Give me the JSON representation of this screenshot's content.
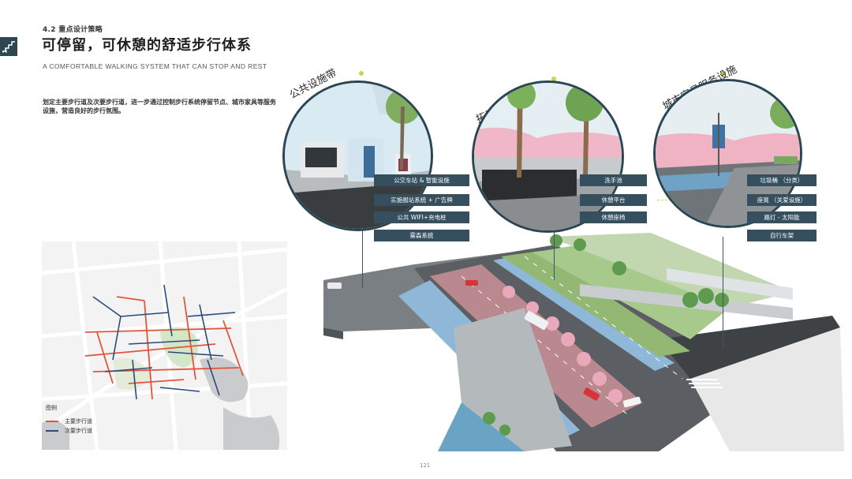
{
  "header": {
    "section": "4.2 重点设计策略",
    "title": "可停留，可休憩的舒适步行体系",
    "subtitle": "A COMFORTABLE WALKING SYSTEM THAT CAN STOP AND REST",
    "description": "划定主要步行道及次要步行道，进一步通过控制步行系统停留节点、城市家具等服务设施，营造良好的步行氛围。"
  },
  "circles": [
    {
      "label": "公共设施带",
      "tags": [
        "公交车站 & 智能设施",
        "实施报站系统 + 广告牌",
        "公共 WIFI+充电桩",
        "雾森系统"
      ]
    },
    {
      "label": "拓展功能设施区",
      "tags": [
        "洗手池",
        "休憩平台",
        "休憩座椅"
      ]
    },
    {
      "label": "城市家具服务设施",
      "tags": [
        "垃圾桶 （分类）",
        "座凳 （关爱设施）",
        "路灯 - 太阳能",
        "自行车架"
      ]
    }
  ],
  "legend": {
    "title": "图例",
    "items": [
      {
        "label": "主要步行道",
        "color": "#e2553d"
      },
      {
        "label": "次要步行道",
        "color": "#2a4b78"
      }
    ]
  },
  "page_number": "121",
  "colors": {
    "accent": "#2a4652",
    "tag": "#354f5e"
  }
}
